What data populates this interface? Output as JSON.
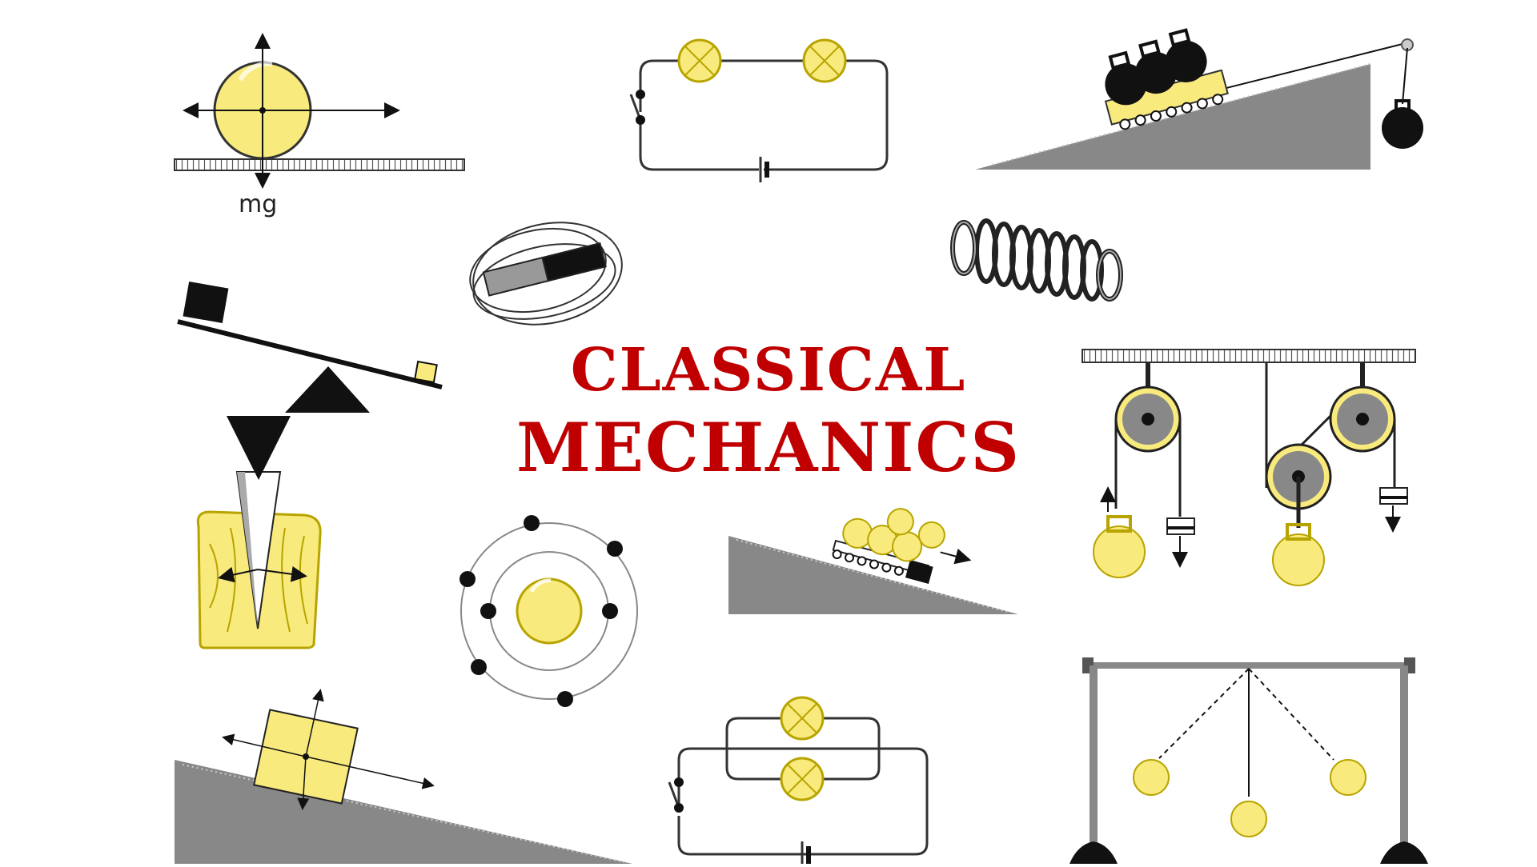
{
  "title": {
    "line1": "CLASSICAL",
    "line2": "MECHANICS"
  },
  "labels": {
    "weight_force": "mg"
  },
  "colors": {
    "yellow_fill": "#f8ea7c",
    "yellow_stroke": "#b8a400",
    "gray": "#888888",
    "dark": "#111111",
    "title_red": "#c00000"
  },
  "icons": [
    "ball-on-surface-icon",
    "series-circuit-icon",
    "incline-cart-pulley-icon",
    "bar-magnet-field-icon",
    "coil-spring-icon",
    "lever-seesaw-icon",
    "pulley-system-icon",
    "wedge-splitting-wood-icon",
    "atom-model-icon",
    "incline-cart-balls-icon",
    "block-on-incline-icon",
    "parallel-circuit-icon",
    "pendulum-frame-icon"
  ]
}
